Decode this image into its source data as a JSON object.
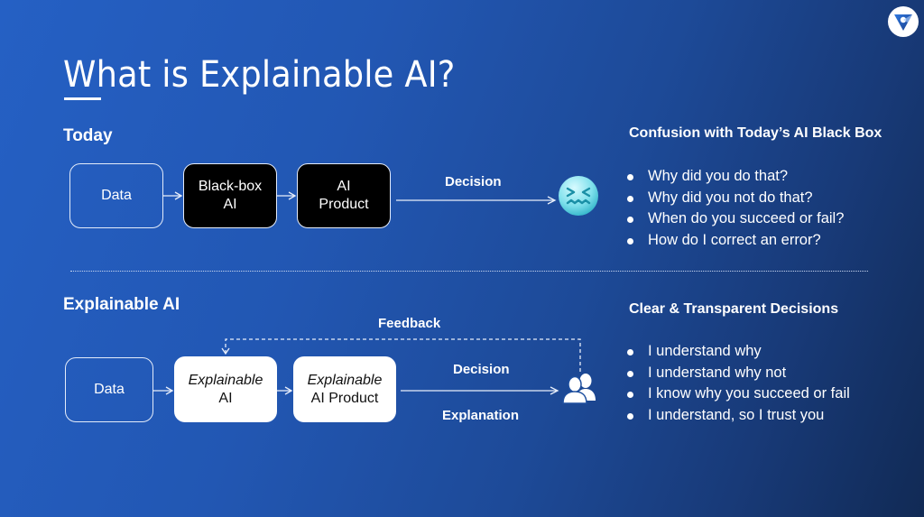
{
  "slide": {
    "title": "What is Explainable AI?",
    "logo_icon": "triangle-logo-icon"
  },
  "today": {
    "section_label": "Today",
    "boxes": [
      {
        "line1": "Data",
        "line2": ""
      },
      {
        "line1": "Black-box",
        "line2": "AI"
      },
      {
        "line1": "AI",
        "line2": "Product"
      }
    ],
    "decision_label": "Decision",
    "outcome_icon": "confounded-face-icon",
    "panel": {
      "heading": "Confusion with Today’s AI Black Box",
      "bullets": [
        "Why did you do that?",
        "Why did you not do that?",
        "When do you succeed or fail?",
        "How do I correct an error?"
      ]
    }
  },
  "explainable": {
    "section_label": "Explainable AI",
    "boxes": [
      {
        "line1": "Data",
        "line2": ""
      },
      {
        "line1": "Explainable",
        "line2": "AI"
      },
      {
        "line1": "Explainable",
        "line2": "AI Product"
      }
    ],
    "feedback_label": "Feedback",
    "decision_label": "Decision",
    "explanation_label": "Explanation",
    "outcome_icon": "users-icon",
    "panel": {
      "heading": "Clear & Transparent Decisions",
      "bullets": [
        "I understand why",
        "I understand why not",
        "I know why you succeed or fail",
        "I understand, so I trust you"
      ]
    }
  }
}
